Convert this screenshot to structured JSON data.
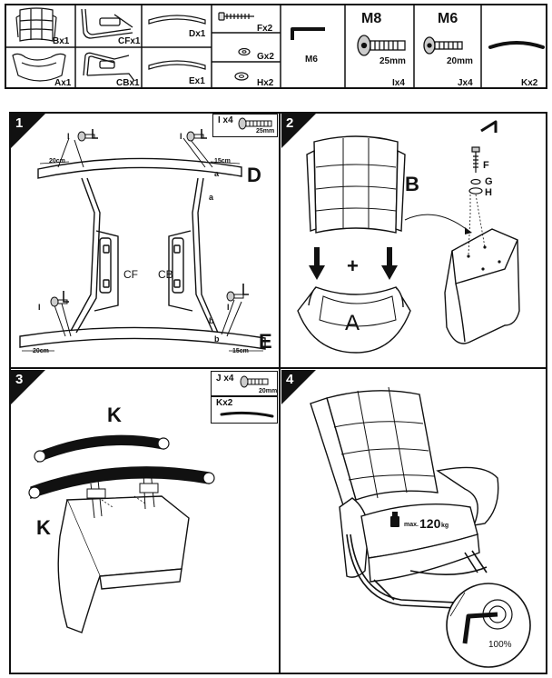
{
  "parts": {
    "B": "Bx1",
    "A": "Ax1",
    "CF": "CFx1",
    "CB": "CBx1",
    "D": "Dx1",
    "E": "Ex1",
    "F": "Fx2",
    "G": "Gx2",
    "H": "Hx2",
    "M6_tool": "M6",
    "I_size": "M8",
    "I_len": "25mm",
    "I_qty": "Ix4",
    "J_size": "M6",
    "J_len": "20mm",
    "J_qty": "Jx4",
    "K": "Kx2"
  },
  "step1": {
    "num": "1",
    "hw_qty": "I x4",
    "hw_len": "25mm",
    "letter_D": "D",
    "letter_E": "E",
    "CF": "CF",
    "CB": "CB",
    "a": "a",
    "b": "b",
    "I": "I",
    "cm20": "20cm",
    "cm15": "15cm"
  },
  "step2": {
    "num": "2",
    "B": "B",
    "A": "A",
    "F": "F",
    "G": "G",
    "H": "H",
    "plus": "+"
  },
  "step3": {
    "num": "3",
    "hw_qty": "J x4",
    "hw_len": "20mm",
    "k_qty": "Kx2",
    "K": "K"
  },
  "step4": {
    "num": "4",
    "max": "max.",
    "weight": "120",
    "unit": "kg",
    "percent": "100%"
  },
  "colors": {
    "line": "#111111",
    "bg": "#ffffff"
  }
}
